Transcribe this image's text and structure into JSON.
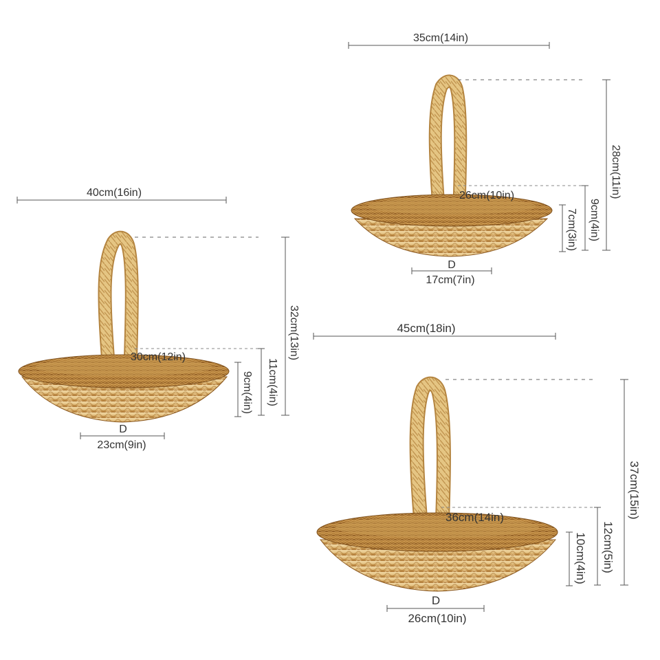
{
  "colors": {
    "background": "#ffffff",
    "dimension_line": "#555555",
    "leader_dash": "#666666",
    "wicker_light": "#e8c98a",
    "wicker_mid": "#d1a25a",
    "wicker_dark": "#9a6a2c",
    "handle": "#e2c07e"
  },
  "baskets": [
    {
      "size": "medium",
      "width_label": "40cm(16in)",
      "total_height_label": "32cm(13in)",
      "rim_label": "30cm(12in)",
      "rim_height_label": "11cm(4in)",
      "body_height_label": "9cm(4in)",
      "base_letter": "D",
      "base_label": "23cm(9in)"
    },
    {
      "size": "small",
      "width_label": "35cm(14in)",
      "total_height_label": "28cm(11in)",
      "rim_label": "26cm(10in)",
      "rim_height_label": "9cm(4in)",
      "body_height_label": "7cm(3in)",
      "base_letter": "D",
      "base_label": "17cm(7in)"
    },
    {
      "size": "large",
      "width_label": "45cm(18in)",
      "total_height_label": "37cm(15in)",
      "rim_label": "36cm(14in)",
      "rim_height_label": "12cm(5in)",
      "body_height_label": "10cm(4in)",
      "base_letter": "D",
      "base_label": "26cm(10in)"
    }
  ]
}
